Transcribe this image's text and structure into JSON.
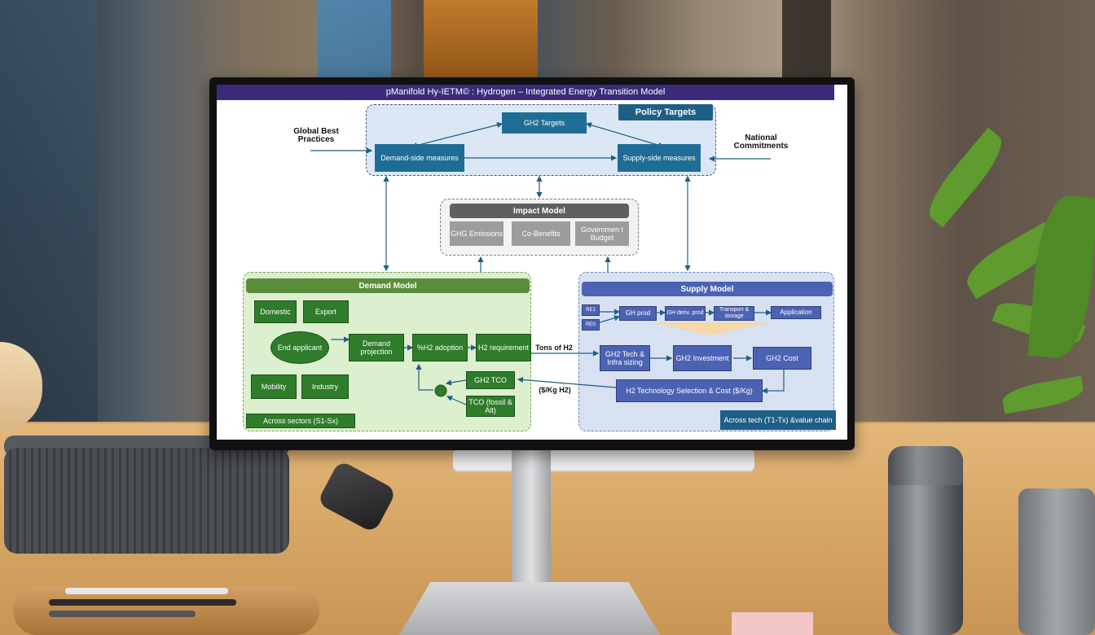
{
  "scene": {
    "description_label": "office-desk-with-monitor"
  },
  "screen": {
    "title": "pManifold Hy-IETM© : Hydrogen – Integrated Energy Transition Model"
  },
  "policy": {
    "heading": "Policy Targets",
    "targets": "GH2 Targets",
    "demand_side": "Demand-side measures",
    "supply_side": "Supply-side measures",
    "left_input": "Global Best Practices",
    "right_input": "National Commitments"
  },
  "impact": {
    "heading": "Impact Model",
    "items": [
      "GHG Emissions",
      "Co-Benefits",
      "Governmen t Budget"
    ]
  },
  "demand": {
    "heading": "Demand Model",
    "domestic": "Domestic",
    "export": "Export",
    "end_applicant": "End applicant",
    "mobility": "Mobility",
    "industry": "Industry",
    "projection": "Demand projection",
    "adoption": "%H2 adoption",
    "requirement": "H2 requirement",
    "tco": "GH2 TCO",
    "tco_fossil": "TCO (fossil & Alt)",
    "footer": "Across sectors (S1-Sx)",
    "tons_label": "Tons of H2",
    "cost_label": "($/Kg H2)"
  },
  "supply": {
    "heading": "Supply Model",
    "re1": "RE1",
    "res": "RES",
    "gh_prod": "GH prod",
    "gh_deriv": "GH deriv. prod",
    "transport": "Transport & storage",
    "application": "Application",
    "tech": "GH2 Tech & Infra sizing",
    "investment": "GH2 Investment",
    "cost": "GH2 Cost",
    "selection": "H2 Technology Selection & Cost ($/Kg)",
    "footer": "Across tech (T1-Tx) &value chain"
  },
  "colors": {
    "title_bar": "#3b2b7a",
    "policy_teal": "#1f6d96",
    "demand_green": "#2f7d2b",
    "supply_blue": "#4c63b3",
    "impact_grey": "#9c9c9c"
  }
}
